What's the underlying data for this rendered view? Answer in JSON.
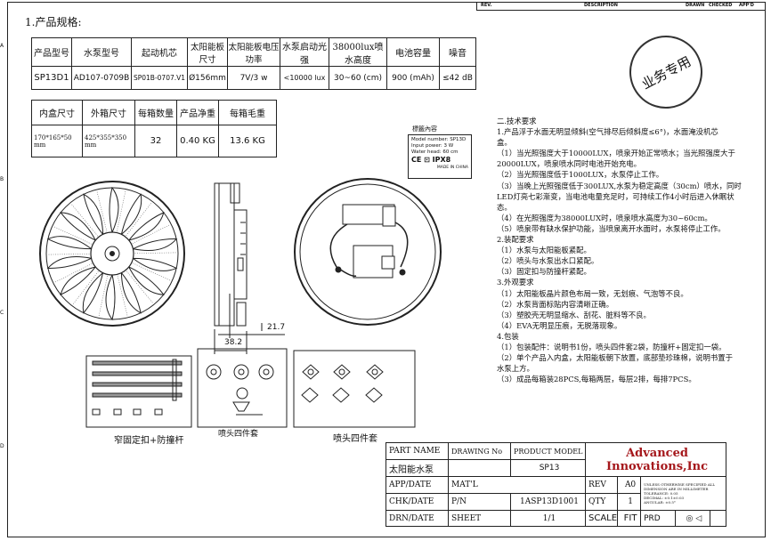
{
  "title_block_header": {
    "rev": "REV.",
    "description": "DESCRIPTION",
    "drawn": "DRAWN",
    "checked": "CHECKED",
    "approved": "APP'D"
  },
  "zones": [
    "A",
    "B",
    "C",
    "D"
  ],
  "spec_section_title": "1.产品规格:",
  "spec_table": {
    "headers": [
      "产品型号",
      "水泵型号",
      "起动机芯",
      "太阳能板尺寸",
      "太阳能板电压功率",
      "水泵启动光强",
      "38000lux喷水高度",
      "电池容量",
      "噪音"
    ],
    "values": [
      "SP13D1",
      "AD107-0709B",
      "SP01B-0707.V1",
      "Ø156mm",
      "7V/3 w",
      "<10000 lux",
      "30~60 (cm)",
      "900 (mAh)",
      "≤42 dB"
    ]
  },
  "pack_table": {
    "headers": [
      "内盒尺寸",
      "外箱尺寸",
      "每箱数量",
      "产品净重",
      "每箱毛重"
    ],
    "values": [
      "170*165*50 mm",
      "425*355*350 mm",
      "32",
      "0.40 KG",
      "13.6 KG"
    ]
  },
  "stamp_text": "业务专用",
  "label": {
    "caption": "標籤內容",
    "model": "Model number:  SP13D",
    "power": "Input power:  3 W",
    "height": "Water head:  60 cm",
    "marks": "CE  ⊡  IPX8",
    "origin": "MADE IN CHINA"
  },
  "dimensions": {
    "width": "38.2",
    "height": "21.7"
  },
  "captions": {
    "stake": "窄固定扣+防撞杆",
    "nozzles1": "喷头四件套",
    "nozzles2": "喷头四件套"
  },
  "requirements": [
    "二.技术要求",
    "1.产品浮于水面无明显倾斜(空气排尽后倾斜度≤6°)，水面淹没机芯",
    "盒。",
    "（1）当光照强度大于10000LUX，喷泉开始正常喷水；当光照强度大于",
    "20000LUX，喷泉喷水同时电池开始充电。",
    "（2）当光照强度低于1000LUX，水泵停止工作。",
    "（3）当晚上光照强度低于300LUX,水泵为稳定高度（30cm）喷水，同时",
    "LED灯亮七彩渐变，当电池电量充足时，可持续工作4小时后进入休眠状",
    "态。",
    "（4）在光照强度为38000LUX时，喷泉喷水高度为30~60cm。",
    "（5）喷泉带有缺水保护功能，当喷泉离开水面时，水泵将停止工作。",
    "2.装配要求",
    "（1）水泵与太阳能板紧配。",
    "（2）喷头与水泵出水口紧配。",
    "（3）固定扣与防撞杆紧配。",
    "3.外观要求",
    "（1）太阳能板晶片颜色布局一致，无划痕、气泡等不良。",
    "（2）水泵背面标贴内容清晰正确。",
    "（3）塑胶壳无明显缩水、刮花、脏料等不良。",
    "（4）EVA无明显压痕，无脱落现象。",
    "4.包装",
    "（1）包装配件：说明书1份，喷头四件套2袋，防撞杆+固定扣一袋。",
    "（2）单个产品入内盒，太阳能板朝下放置，底部垫珍珠棉，说明书置于",
    "水泵上方。",
    "（3）成品每箱装28PCS,每箱两层，每层2排，每排7PCS。"
  ],
  "title_block": {
    "part_name_label": "PART NAME",
    "part_name_value": "太阳能水泵",
    "drawing_no_label": "DRAWING No",
    "product_model_label": "PRODUCT MODEL",
    "product_model_value": "SP13",
    "company": "Advanced Innovations,Inc",
    "app_date": "APP/DATE",
    "mat_label": "MAT'L",
    "rev_label": "REV",
    "rev_value": "A0",
    "chk_date": "CHK/DATE",
    "pn_label": "P/N",
    "pn_value": "1ASP13D1001",
    "qty_label": "QTY",
    "qty_value": "1",
    "drn_date": "DRN/DATE",
    "sheet_label": "SHEET",
    "sheet_value": "1/1",
    "scale_label": "SCALE",
    "scale_value": "FIT",
    "prd_label": "PRD",
    "notes": [
      "UNLESS OTHERWISE SPECIFIED ALL",
      "DIMENSION ARE IN MILLIMETER",
      "TOLERANCE:    0.05",
      "DECIMAL:    ±0.1±0.03",
      "ANGULAR:    ±0.5°"
    ]
  }
}
